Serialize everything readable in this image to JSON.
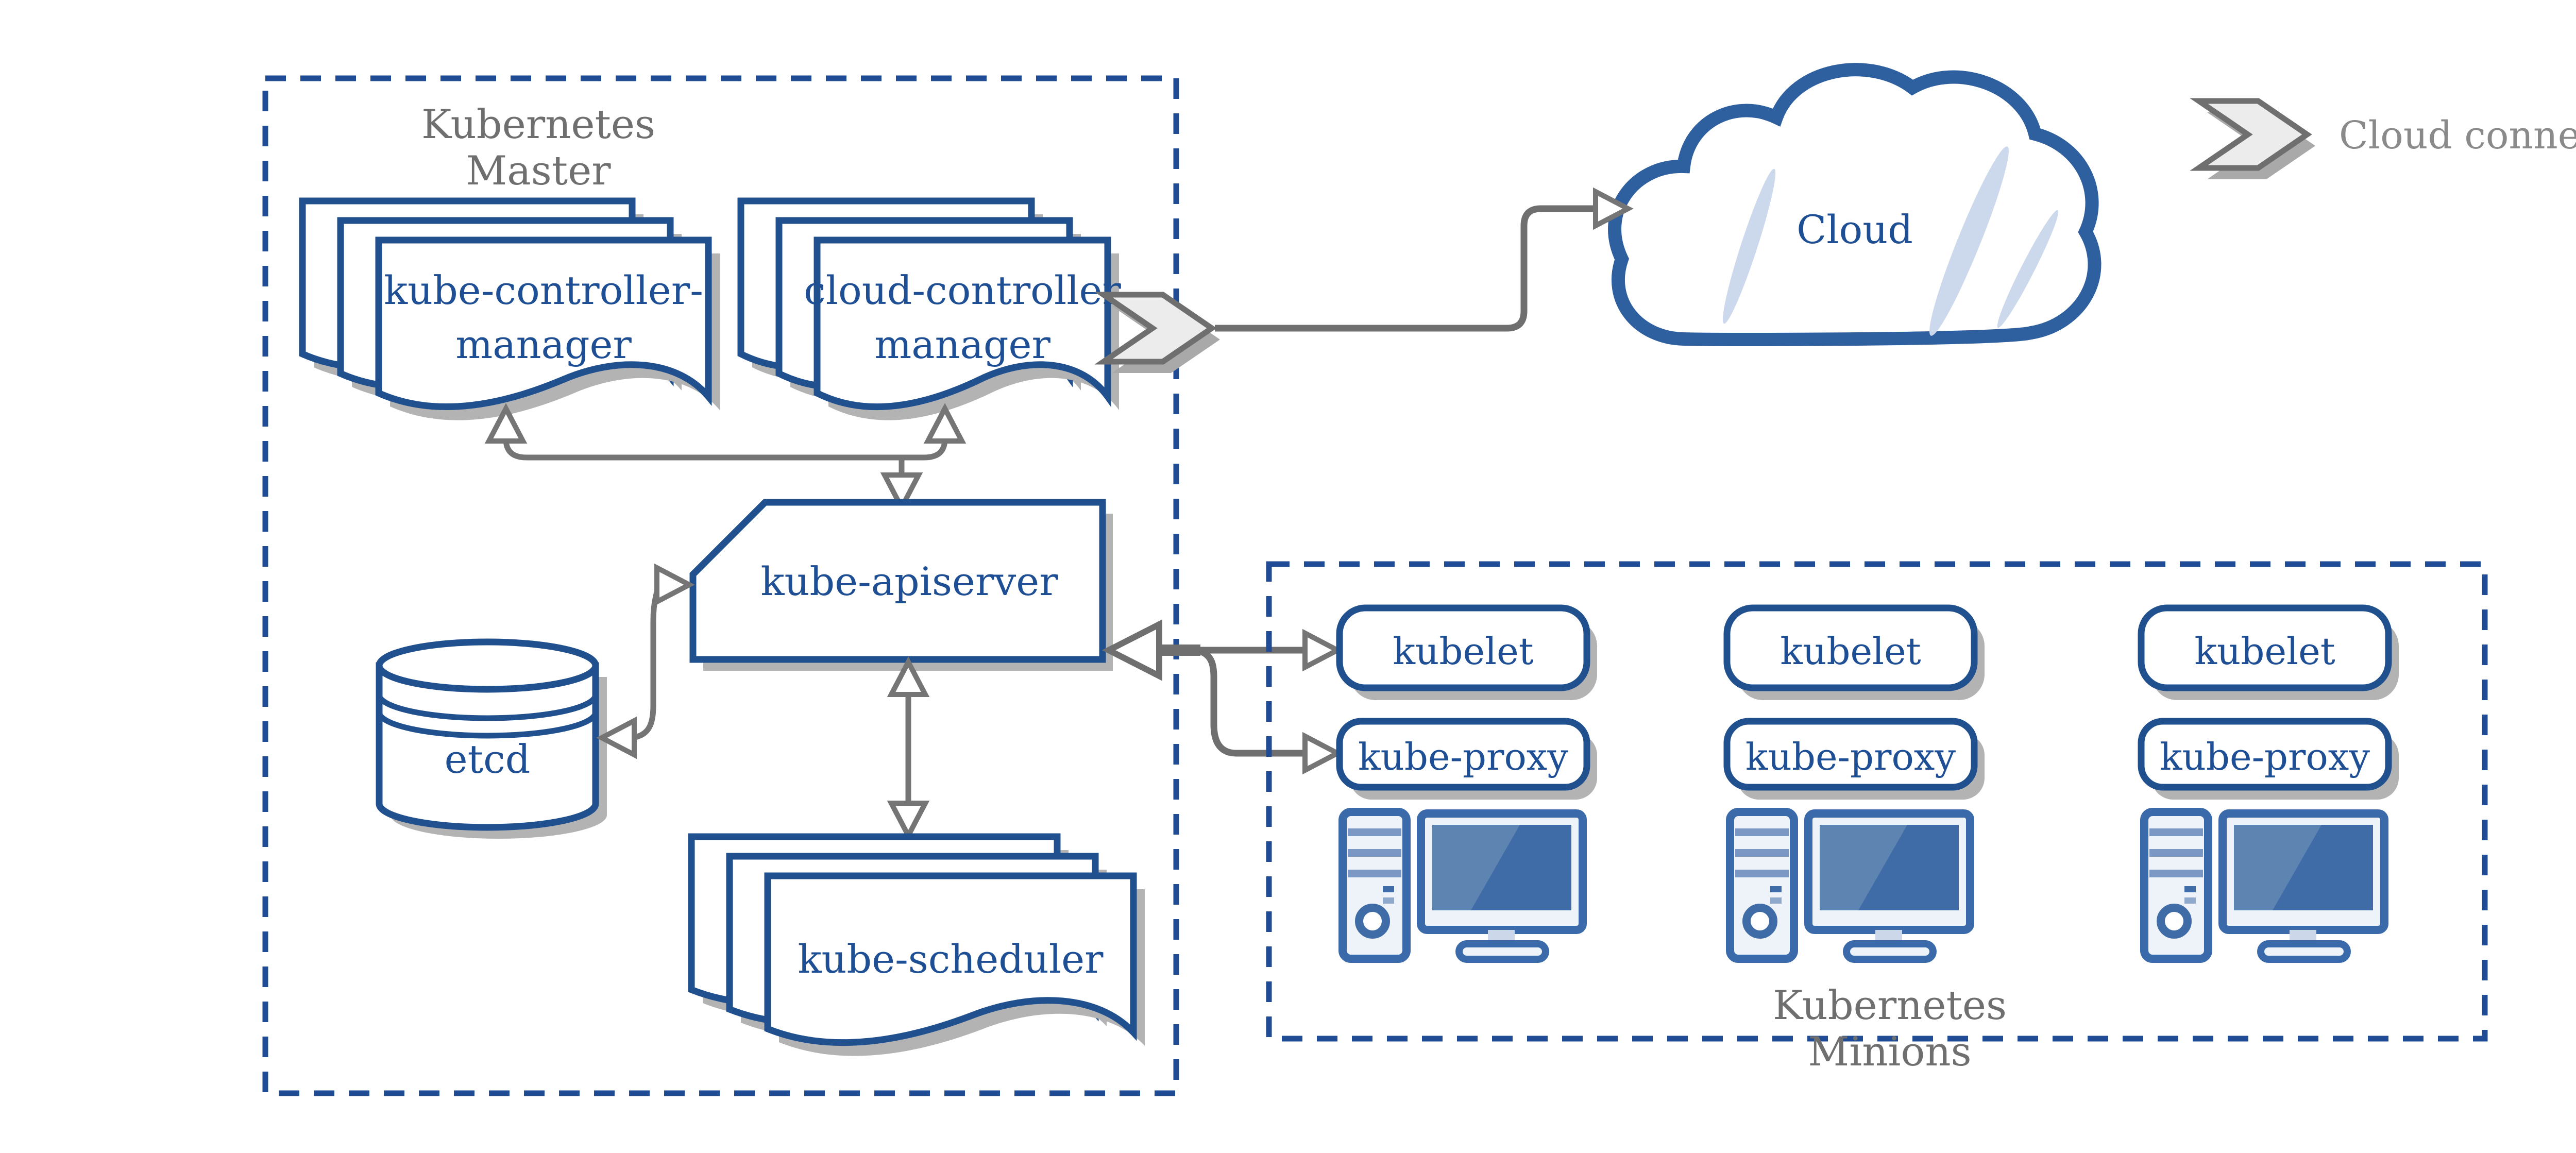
{
  "diagram": {
    "master": {
      "title_line1": "Kubernetes",
      "title_line2": "Master",
      "kube_controller_manager_line1": "kube-controller-",
      "kube_controller_manager_line2": "manager",
      "cloud_controller_manager_line1": "cloud-controller",
      "cloud_controller_manager_line2": "manager",
      "kube_apiserver": "kube-apiserver",
      "etcd": "etcd",
      "kube_scheduler": "kube-scheduler"
    },
    "cloud": {
      "label": "Cloud"
    },
    "legend": {
      "cloud_connector": "Cloud connector"
    },
    "minions": {
      "title_line1": "Kubernetes",
      "title_line2": "Minions",
      "nodes": [
        {
          "kubelet": "kubelet",
          "kube_proxy": "kube-proxy"
        },
        {
          "kubelet": "kubelet",
          "kube_proxy": "kube-proxy"
        },
        {
          "kubelet": "kubelet",
          "kube_proxy": "kube-proxy"
        }
      ]
    },
    "icons": {
      "cloud": "cloud-icon",
      "connector": "chevron-arrow-icon",
      "computer": "desktop-computer-icon",
      "database": "database-cylinder-icon",
      "documents": "document-stack-icon"
    },
    "colors": {
      "primary_blue": "#21508f",
      "text_blue": "#1e4e94",
      "label_gray": "#6f6f6f",
      "legend_gray": "#8a8a8a",
      "arrow_gray": "#757575",
      "shadow_gray": "#b3b3b3",
      "icon_blue": "#3a6aa9",
      "screen_blue": "#3f6ba6"
    }
  }
}
